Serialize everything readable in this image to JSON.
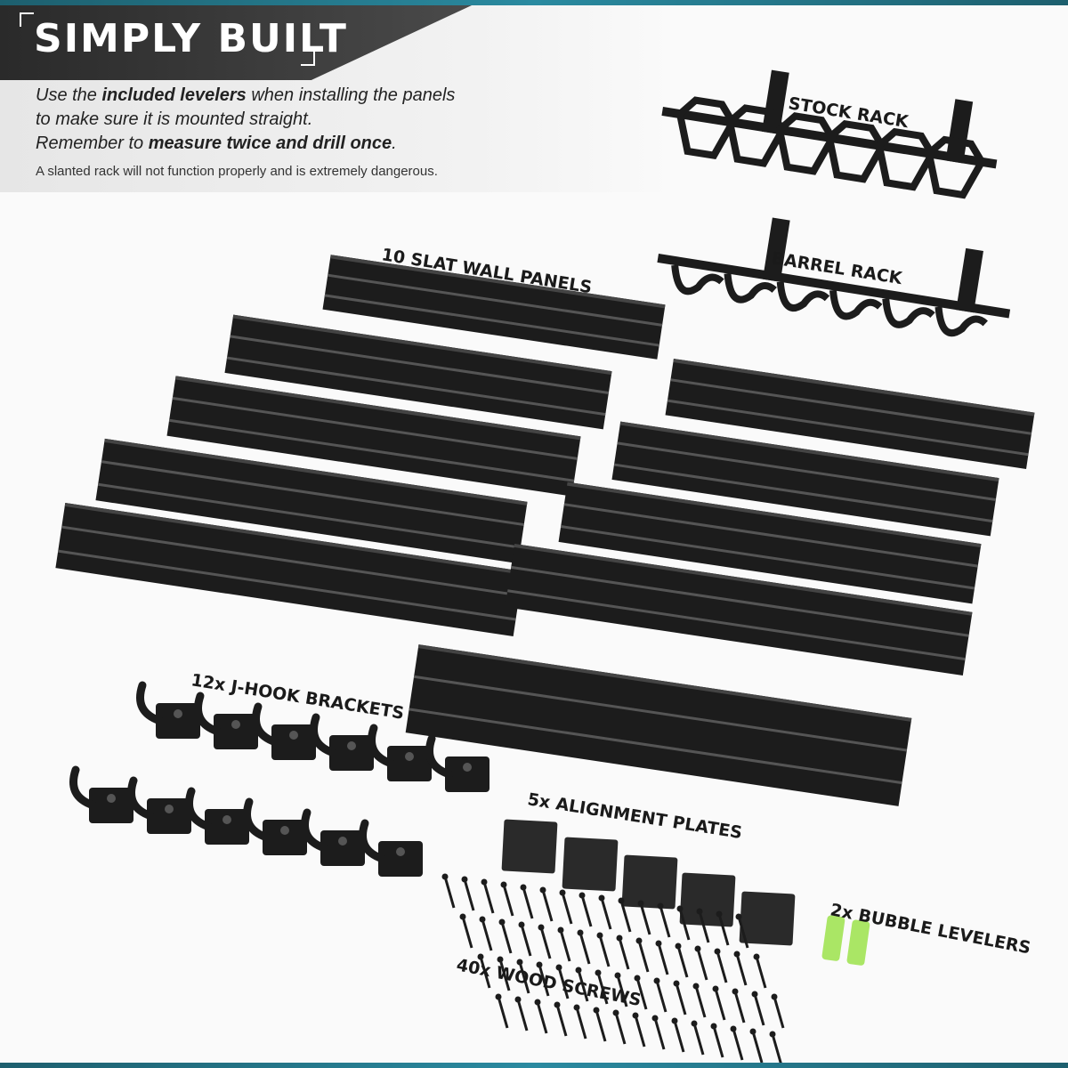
{
  "header": {
    "title": "SIMPLY BUILT",
    "line1_a": "Use the ",
    "line1_b": "included levelers",
    "line1_c": " when installing the panels",
    "line2": "to make sure it is mounted straight.",
    "line3_a": "Remember to ",
    "line3_b": "measure twice and drill once",
    ".": ".",
    "line3_c": ".",
    "warning": "A slanted rack will not function properly and is extremely dangerous."
  },
  "labels": {
    "stock_rack": "STOCK RACK",
    "barrel_rack": "BARREL RACK",
    "panels": "10 SLAT WALL PANELS",
    "jhooks": "12x J-HOOK BRACKETS",
    "plates": "5x ALIGNMENT PLATES",
    "levelers": "2x BUBBLE LEVELERS",
    "screws": "40x WOOD SCREWS"
  },
  "colors": {
    "accent": "#2a8aa0",
    "product": "#1c1c1c",
    "leveler": "#9be24a"
  }
}
